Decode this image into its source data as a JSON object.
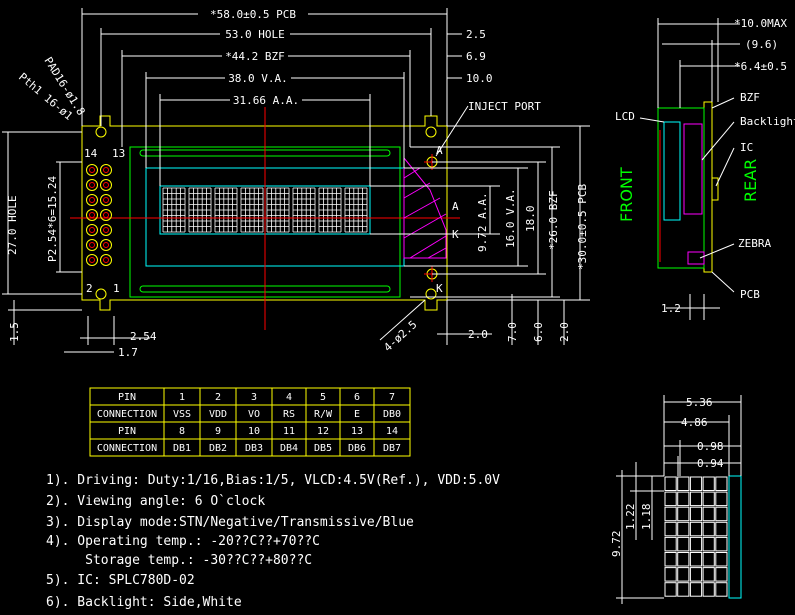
{
  "front_view": {
    "dims_top": [
      "*58.0±0.5 PCB",
      "53.0 HOLE",
      "*44.2 BZF",
      "38.0 V.A.",
      "31.66 A.A."
    ],
    "dims_right_small": [
      "2.5",
      "6.9",
      "10.0"
    ],
    "pad_label": "PAD16-ø1.8",
    "pth_label": "Pth1 16-ø1",
    "inject_port": "INJECT PORT",
    "pin_one_label": "1",
    "pin_two_label": "2",
    "pin_thirteen_label": "13",
    "pin_fourteen_label": "14",
    "anode_label_top": "A",
    "anode_label_mid": "A",
    "cathode_label_mid": "K",
    "cathode_label_bottom": "K",
    "dim_left_pitch": "P2.54*6=15.24",
    "dim_left_hole": "27.0 HOLE",
    "dim_left_small": "1.5",
    "dim_bottom_254": "2.54",
    "dim_bottom_17": "1.7",
    "dim_hole_dia": "4-ø2.5",
    "dim_bottom_right": "2.0",
    "dims_right_vertical": [
      "9.72 A.A.",
      "16.0 V.A.",
      "18.0",
      "*26.0 BZF",
      "*30.0±0.5 PCB",
      "7.0",
      "6.0",
      "2.0"
    ]
  },
  "side_view": {
    "dims": [
      "*10.0MAX",
      "(9.6)",
      "*6.4±0.5"
    ],
    "labels": {
      "lcd": "LCD",
      "bzf": "BZF",
      "backlight": "Backlight",
      "ic": "IC",
      "zebra": "ZEBRA",
      "pcb": "PCB",
      "front": "FRONT",
      "rear": "REAR"
    },
    "dim_bottom": "1.2"
  },
  "pin_table": {
    "rows": [
      [
        "PIN",
        "1",
        "2",
        "3",
        "4",
        "5",
        "6",
        "7"
      ],
      [
        "CONNECTION",
        "VSS",
        "VDD",
        "VO",
        "RS",
        "R/W",
        "E",
        "DB0"
      ],
      [
        "PIN",
        "8",
        "9",
        "10",
        "11",
        "12",
        "13",
        "14"
      ],
      [
        "CONNECTION",
        "DB1",
        "DB2",
        "DB3",
        "DB4",
        "DB5",
        "DB6",
        "DB7"
      ]
    ]
  },
  "notes": [
    "1). Driving: Duty:1/16,Bias:1/5, VLCD:4.5V(Ref.), VDD:5.0V",
    "2). Viewing angle: 6 O`clock",
    "3). Display mode:STN/Negative/Transmissive/Blue",
    "4). Operating temp.: -20??C??+70??C",
    "     Storage temp.: -30??C??+80??C",
    "5). IC: SPLC780D-02",
    "6). Backlight: Side,White"
  ],
  "char_detail": {
    "dims_top": [
      "5.36",
      "4.86",
      "0.98",
      "0.94"
    ],
    "dims_left": [
      "9.72",
      "1.22",
      "1.18"
    ]
  },
  "colors": {
    "background": "#000000",
    "pcb_outline": "#ffff00",
    "bezel": "#00ff00",
    "viewing_area": "#00ffff",
    "centerline": "#ff0000",
    "inject_hatch": "#ff00ff",
    "dimension": "#ffffff"
  }
}
